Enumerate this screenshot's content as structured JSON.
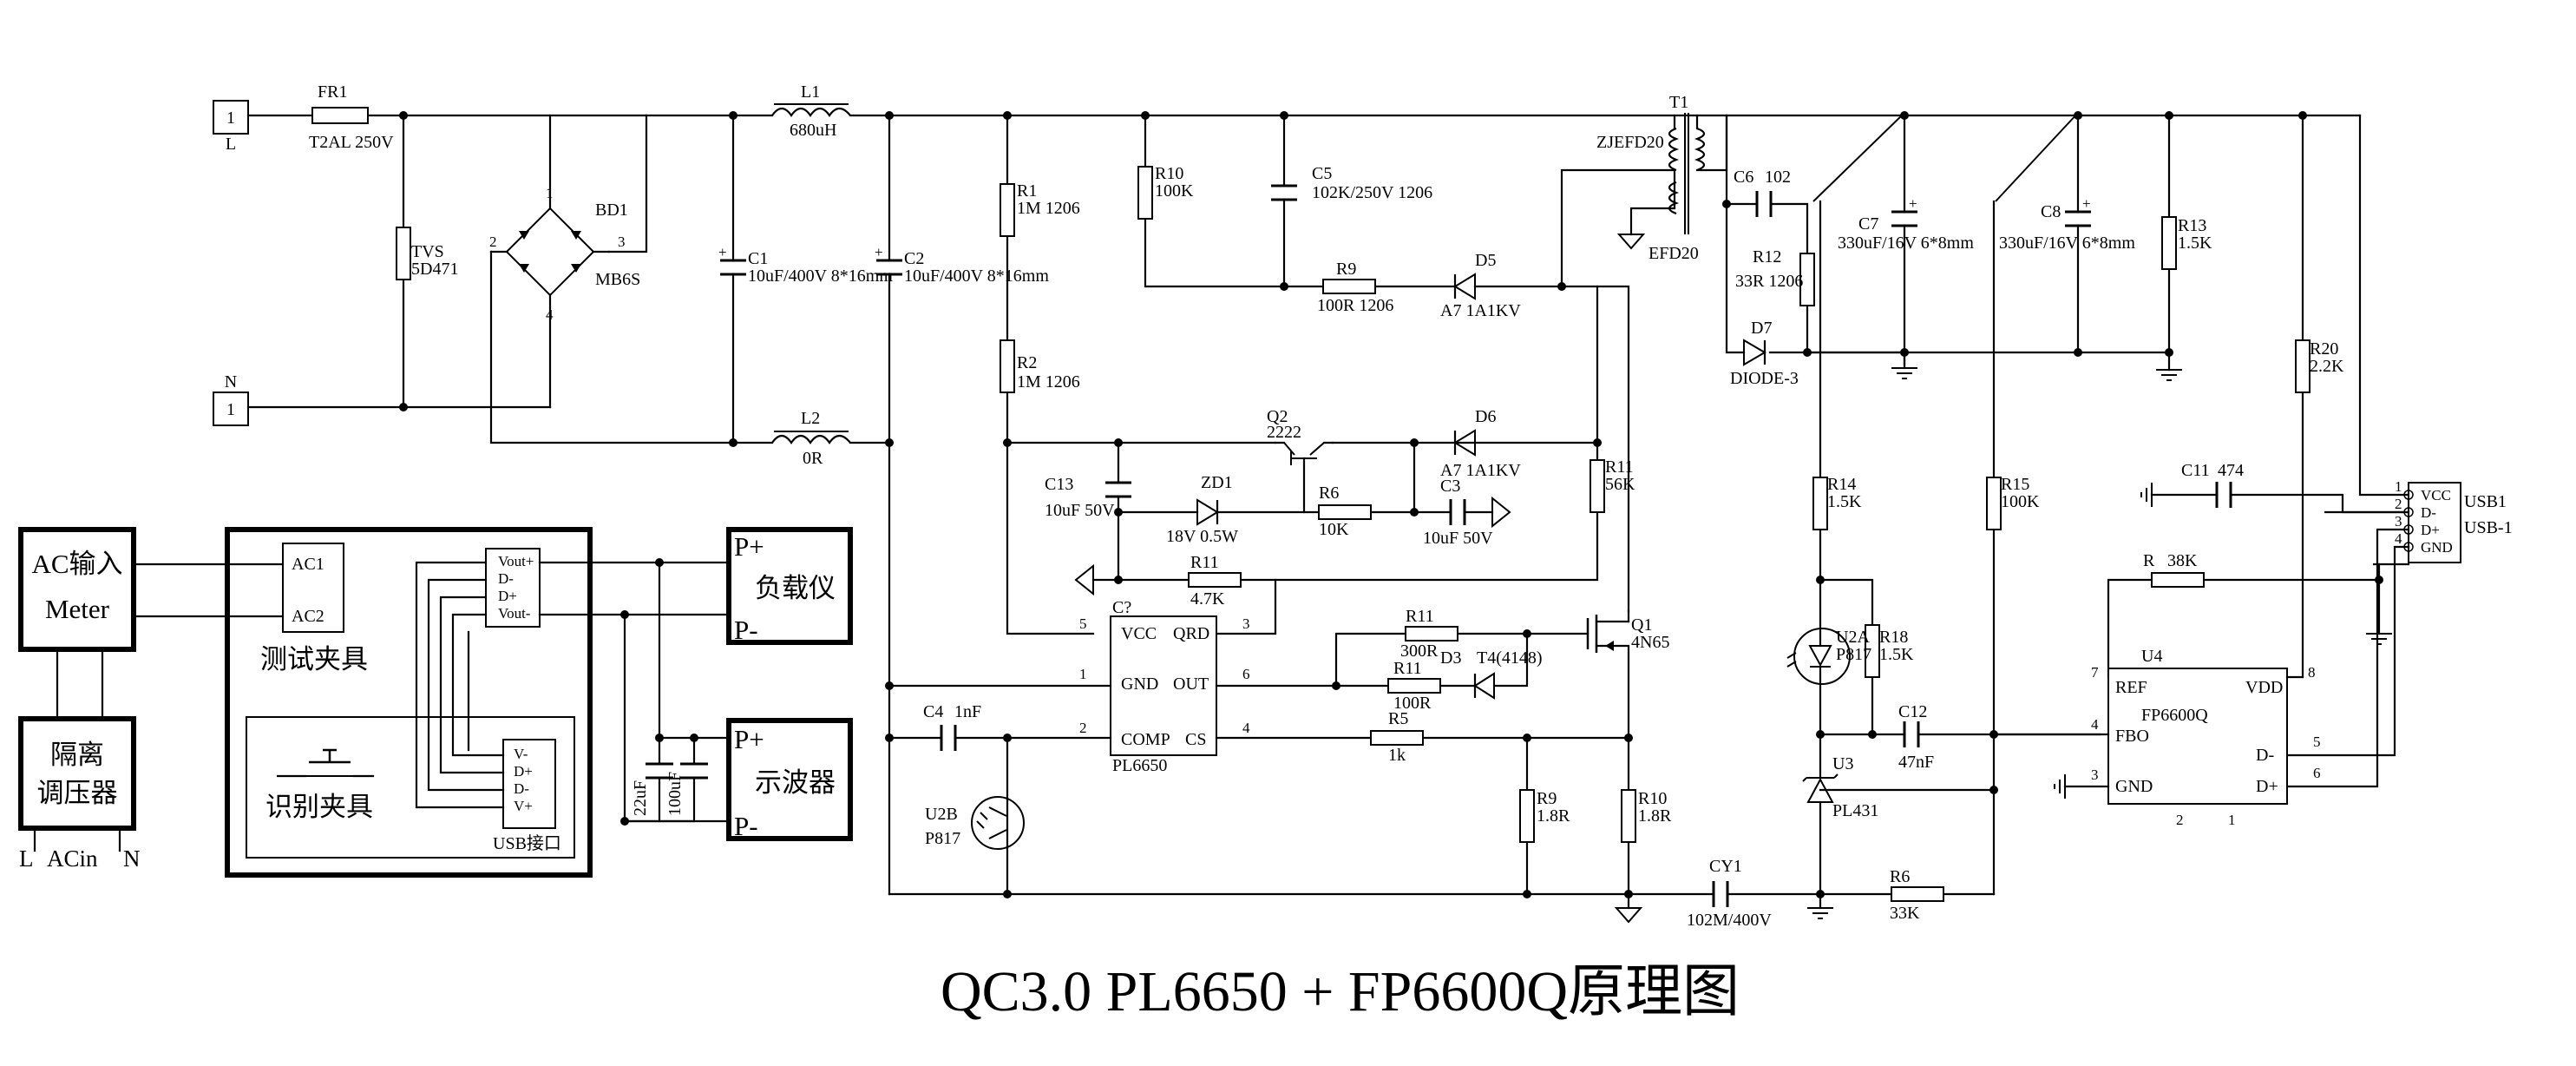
{
  "title": "QC3.0  PL6650 + FP6600Q原理图",
  "connectors": {
    "l_pin": "1",
    "l_label": "L",
    "n_pin": "1",
    "n_label": "N"
  },
  "input": {
    "fuse": {
      "ref": "FR1",
      "value": "T2AL 250V"
    },
    "tvs": {
      "ref": "TVS",
      "value": "5D471"
    },
    "bridge": {
      "ref": "BD1",
      "value": "MB6S",
      "pins": [
        "1",
        "2",
        "3",
        "4"
      ]
    },
    "l1": {
      "ref": "L1",
      "value": "680uH"
    },
    "l2": {
      "ref": "L2",
      "value": "0R"
    },
    "c1": {
      "ref": "C1",
      "value": "10uF/400V  8*16mm"
    },
    "c2": {
      "ref": "C2",
      "value": "10uF/400V  8*16mm"
    }
  },
  "primary": {
    "r1": {
      "ref": "R1",
      "value": "1M  1206"
    },
    "r2": {
      "ref": "R2",
      "value": "1M  1206"
    },
    "r10a": {
      "ref": "R10",
      "value": "100K"
    },
    "c5": {
      "ref": "C5",
      "value": "102K/250V 1206"
    },
    "r9a": {
      "ref": "R9",
      "value": "100R 1206"
    },
    "d5": {
      "ref": "D5",
      "value": "A7 1A1KV"
    },
    "q2": {
      "ref": "Q2",
      "value": "2222"
    },
    "d6": {
      "ref": "D6",
      "value": "A7 1A1KV"
    },
    "r11a": {
      "ref": "R11",
      "value": "56K"
    },
    "c13": {
      "ref": "C13",
      "value": "10uF 50V"
    },
    "zd1": {
      "ref": "ZD1",
      "value": "18V 0.5W"
    },
    "r6a": {
      "ref": "R6",
      "value": "10K"
    },
    "c3": {
      "ref": "C3",
      "value": "10uF 50V"
    },
    "r11b": {
      "ref": "R11",
      "value": "4.7K"
    },
    "ic": {
      "ref": "C?",
      "value": "PL6650",
      "pins": {
        "vcc": "VCC",
        "qrd": "QRD",
        "gnd": "GND",
        "out": "OUT",
        "comp": "COMP",
        "cs": "CS"
      },
      "pin_numbers": {
        "vcc": "5",
        "qrd": "3",
        "gnd": "1",
        "out": "6",
        "comp": "2",
        "cs": "4"
      }
    },
    "r11c": {
      "ref": "R11",
      "value": "300R"
    },
    "r11d": {
      "ref": "R11",
      "value": "100R"
    },
    "d3": {
      "ref": "D3",
      "value": ""
    },
    "t4": {
      "ref": "T4(4148)",
      "value": ""
    },
    "q1": {
      "ref": "Q1",
      "value": "4N65"
    },
    "r5": {
      "ref": "R5",
      "value": "1k"
    },
    "c4": {
      "ref": "C4",
      "value": "1nF"
    },
    "u2b": {
      "ref": "U2B",
      "value": "P817"
    },
    "r9b": {
      "ref": "R9",
      "value": "1.8R"
    },
    "r10b": {
      "ref": "R10",
      "value": "1.8R"
    },
    "cy1": {
      "ref": "CY1",
      "value": "102M/400V"
    }
  },
  "transformer": {
    "ref": "T1",
    "core": "ZJEFD20",
    "type": "EFD20"
  },
  "secondary": {
    "c6": {
      "ref": "C6",
      "value": "102"
    },
    "r12": {
      "ref": "R12",
      "value": "33R 1206"
    },
    "d7": {
      "ref": "D7",
      "value": "DIODE-3"
    },
    "c7": {
      "ref": "C7",
      "value": "330uF/16V  6*8mm"
    },
    "c8": {
      "ref": "C8",
      "value": "330uF/16V  6*8mm"
    },
    "r13": {
      "ref": "R13",
      "value": "1.5K"
    },
    "r20": {
      "ref": "R20",
      "value": "2.2K"
    },
    "r14": {
      "ref": "R14",
      "value": "1.5K"
    },
    "r15": {
      "ref": "R15",
      "value": "100K"
    },
    "u2a": {
      "ref": "U2A",
      "value": "P817"
    },
    "r18": {
      "ref": "R18",
      "value": "1.5K"
    },
    "c12": {
      "ref": "C12",
      "value": "47nF"
    },
    "u3": {
      "ref": "U3",
      "value": "PL431"
    },
    "r6b": {
      "ref": "R6",
      "value": "33K"
    },
    "c11": {
      "ref": "C11",
      "value": "474"
    },
    "r38": {
      "ref": "R",
      "value": "38K"
    },
    "u4": {
      "ref": "U4",
      "value": "FP6600Q",
      "pins": {
        "ref": "REF",
        "vdd": "VDD",
        "fbo": "FBO",
        "gnd": "GND",
        "dm": "D-",
        "dp": "D+"
      },
      "pin_numbers": {
        "ref": "7",
        "vdd": "8",
        "fbo": "4",
        "gnd": "3",
        "dm": "5",
        "dp": "6",
        "b2": "2",
        "b1": "1"
      }
    },
    "usb": {
      "ref": "USB1",
      "ref2": "USB-1",
      "pins": [
        "VCC",
        "D-",
        "D+",
        "GND"
      ],
      "pin_numbers": [
        "1",
        "2",
        "3",
        "4"
      ]
    }
  },
  "test_setup": {
    "meter": {
      "line1": "AC输入",
      "line2": "Meter"
    },
    "iso": {
      "line1": "隔离",
      "line2": "调压器",
      "l": "L",
      "acin": "ACin",
      "n": "N"
    },
    "clamp": {
      "label": "测试夹具",
      "ac1": "AC1",
      "ac2": "AC2",
      "id_label": "识别夹具",
      "usb_label": "USB接口",
      "vout_pins": [
        "Vout+",
        "D-",
        "D+",
        "Vout-"
      ],
      "usb_pins": [
        "V-",
        "D+",
        "D-",
        "V+"
      ]
    },
    "caps": {
      "c_a": "22uF",
      "c_b": "100uF"
    },
    "load": {
      "pplus": "P+",
      "label": "负载仪",
      "pminus": "P-"
    },
    "scope": {
      "pplus": "P+",
      "label": "示波器",
      "pminus": "P-"
    }
  }
}
